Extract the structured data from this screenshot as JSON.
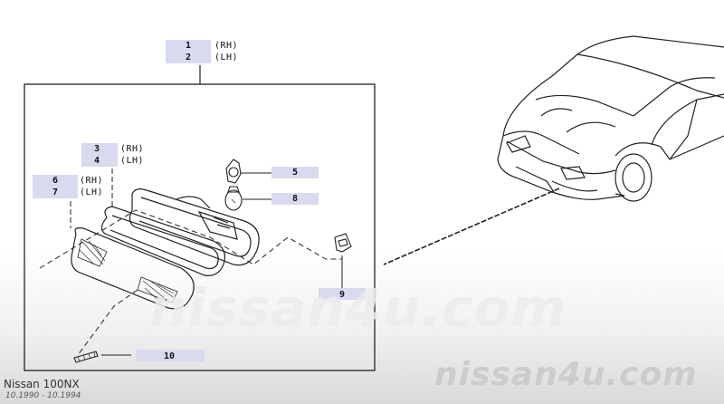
{
  "callouts": {
    "c1": {
      "number": "1",
      "side": "(RH)"
    },
    "c2": {
      "number": "2",
      "side": "(LH)"
    },
    "c3": {
      "number": "3",
      "side": "(RH)"
    },
    "c4": {
      "number": "4",
      "side": "(LH)"
    },
    "c5": {
      "number": "5"
    },
    "c6": {
      "number": "6",
      "side": "(RH)"
    },
    "c7": {
      "number": "7",
      "side": "(LH)"
    },
    "c8": {
      "number": "8"
    },
    "c9": {
      "number": "9"
    },
    "c10": {
      "number": "10"
    }
  },
  "footer": {
    "model": "Nissan 100NX",
    "dates": "10.1990 - 10.1994"
  },
  "watermark": {
    "text": "nissan4u.com"
  },
  "colors": {
    "callout_fill": "#d9d9ef",
    "line": "#222222"
  }
}
